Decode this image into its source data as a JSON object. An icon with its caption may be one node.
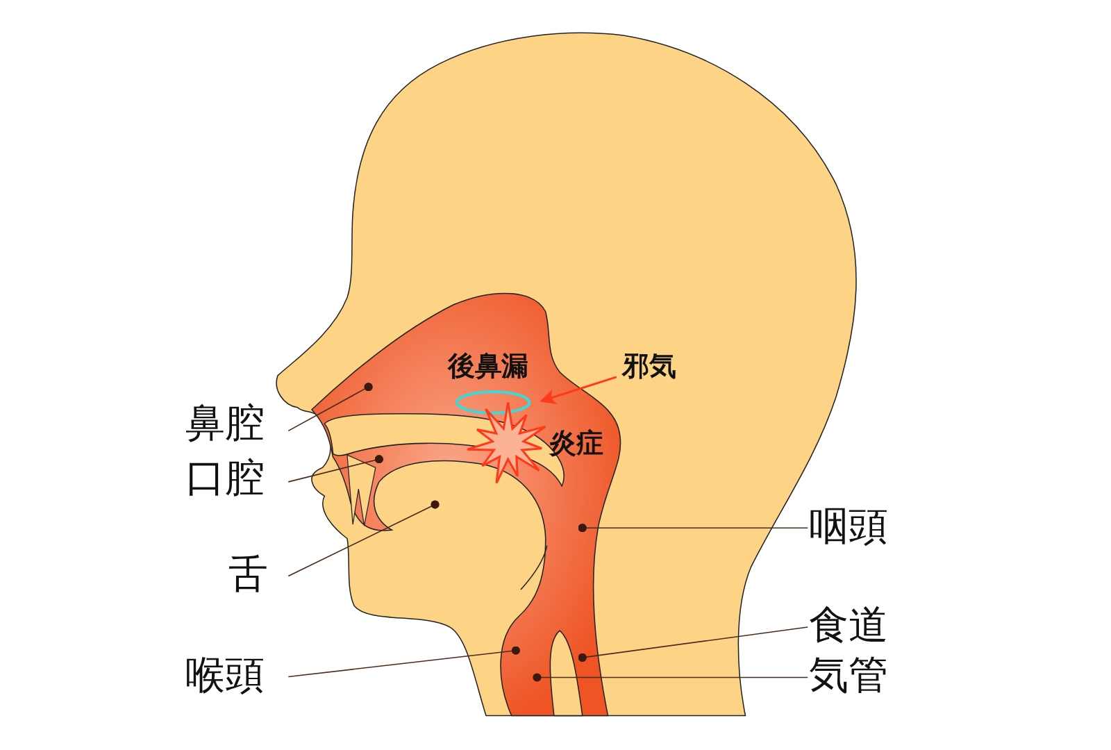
{
  "diagram": {
    "nodes": [
      {
        "text": [
          "鼻腔"
        ]
      },
      {
        "text": [
          "口腔"
        ]
      },
      {
        "text": [
          "舌"
        ]
      },
      {
        "text": [
          "喉頭"
        ]
      },
      {
        "text": [
          "咽頭"
        ]
      },
      {
        "text": [
          "食道"
        ]
      },
      {
        "text": [
          "気管"
        ]
      },
      {
        "text": [
          "後鼻漏"
        ]
      },
      {
        "text": [
          "邪気"
        ]
      },
      {
        "text": [
          "炎症"
        ]
      }
    ],
    "edges": [
      {
        "from": 0,
        "to": null,
        "arrow": "other"
      },
      {
        "from": 1,
        "to": null,
        "arrow": "other"
      },
      {
        "from": 2,
        "to": null,
        "arrow": "other"
      },
      {
        "from": 3,
        "to": null,
        "arrow": "other"
      },
      {
        "from": 4,
        "to": null,
        "arrow": "other"
      },
      {
        "from": 5,
        "to": null,
        "arrow": "other"
      },
      {
        "from": 6,
        "to": null,
        "arrow": "other"
      },
      {
        "from": 8,
        "to": 7,
        "arrow": "to",
        "color": "#ff3a1a"
      }
    ]
  }
}
